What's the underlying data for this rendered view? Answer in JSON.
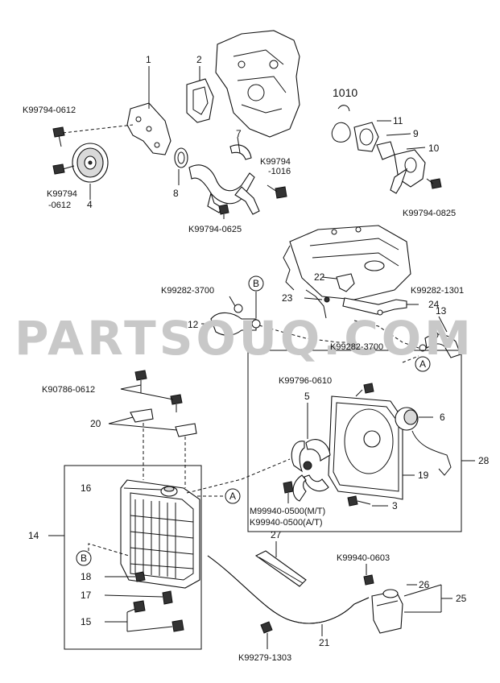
{
  "watermark": "PARTSOUQ.COM",
  "part_numbers": {
    "p1": "1",
    "p2": "2",
    "p3": "3",
    "p4": "4",
    "p6": "6",
    "p7": "7",
    "p8": "8",
    "p9": "9",
    "p10": "10",
    "p11": "11",
    "p12": "12",
    "p13": "13",
    "p14": "14",
    "p15": "15",
    "p16": "16",
    "p17": "17",
    "p18": "18",
    "p19": "19",
    "p20": "20",
    "p21": "21",
    "p22": "22",
    "p23": "23",
    "p24": "24",
    "p25": "25",
    "p26": "26",
    "p27": "27",
    "p28": "28",
    "p5": "5",
    "p1010": "1010"
  },
  "callouts": {
    "k0612_top": "K99794-0612",
    "k0612_mid_a": "K99794",
    "k0612_mid_b": "-0612",
    "k1016_a": "K99794",
    "k1016_b": "-1016",
    "k0625": "K99794-0625",
    "k0825": "K99794-0825",
    "k3700_top": "K99282-3700",
    "k1301": "K99282-1301",
    "k3700_right": "K99282-3700",
    "k0610": "K99796-0610",
    "k90786": "K90786-0612",
    "m0500": "M99940-0500(M/T)",
    "k0500": "K99940-0500(A/T)",
    "k0603": "K99940-0603",
    "k1303": "K99279-1303"
  },
  "refs": {
    "a1": "A",
    "a2": "A",
    "b1": "B",
    "b2": "B"
  }
}
